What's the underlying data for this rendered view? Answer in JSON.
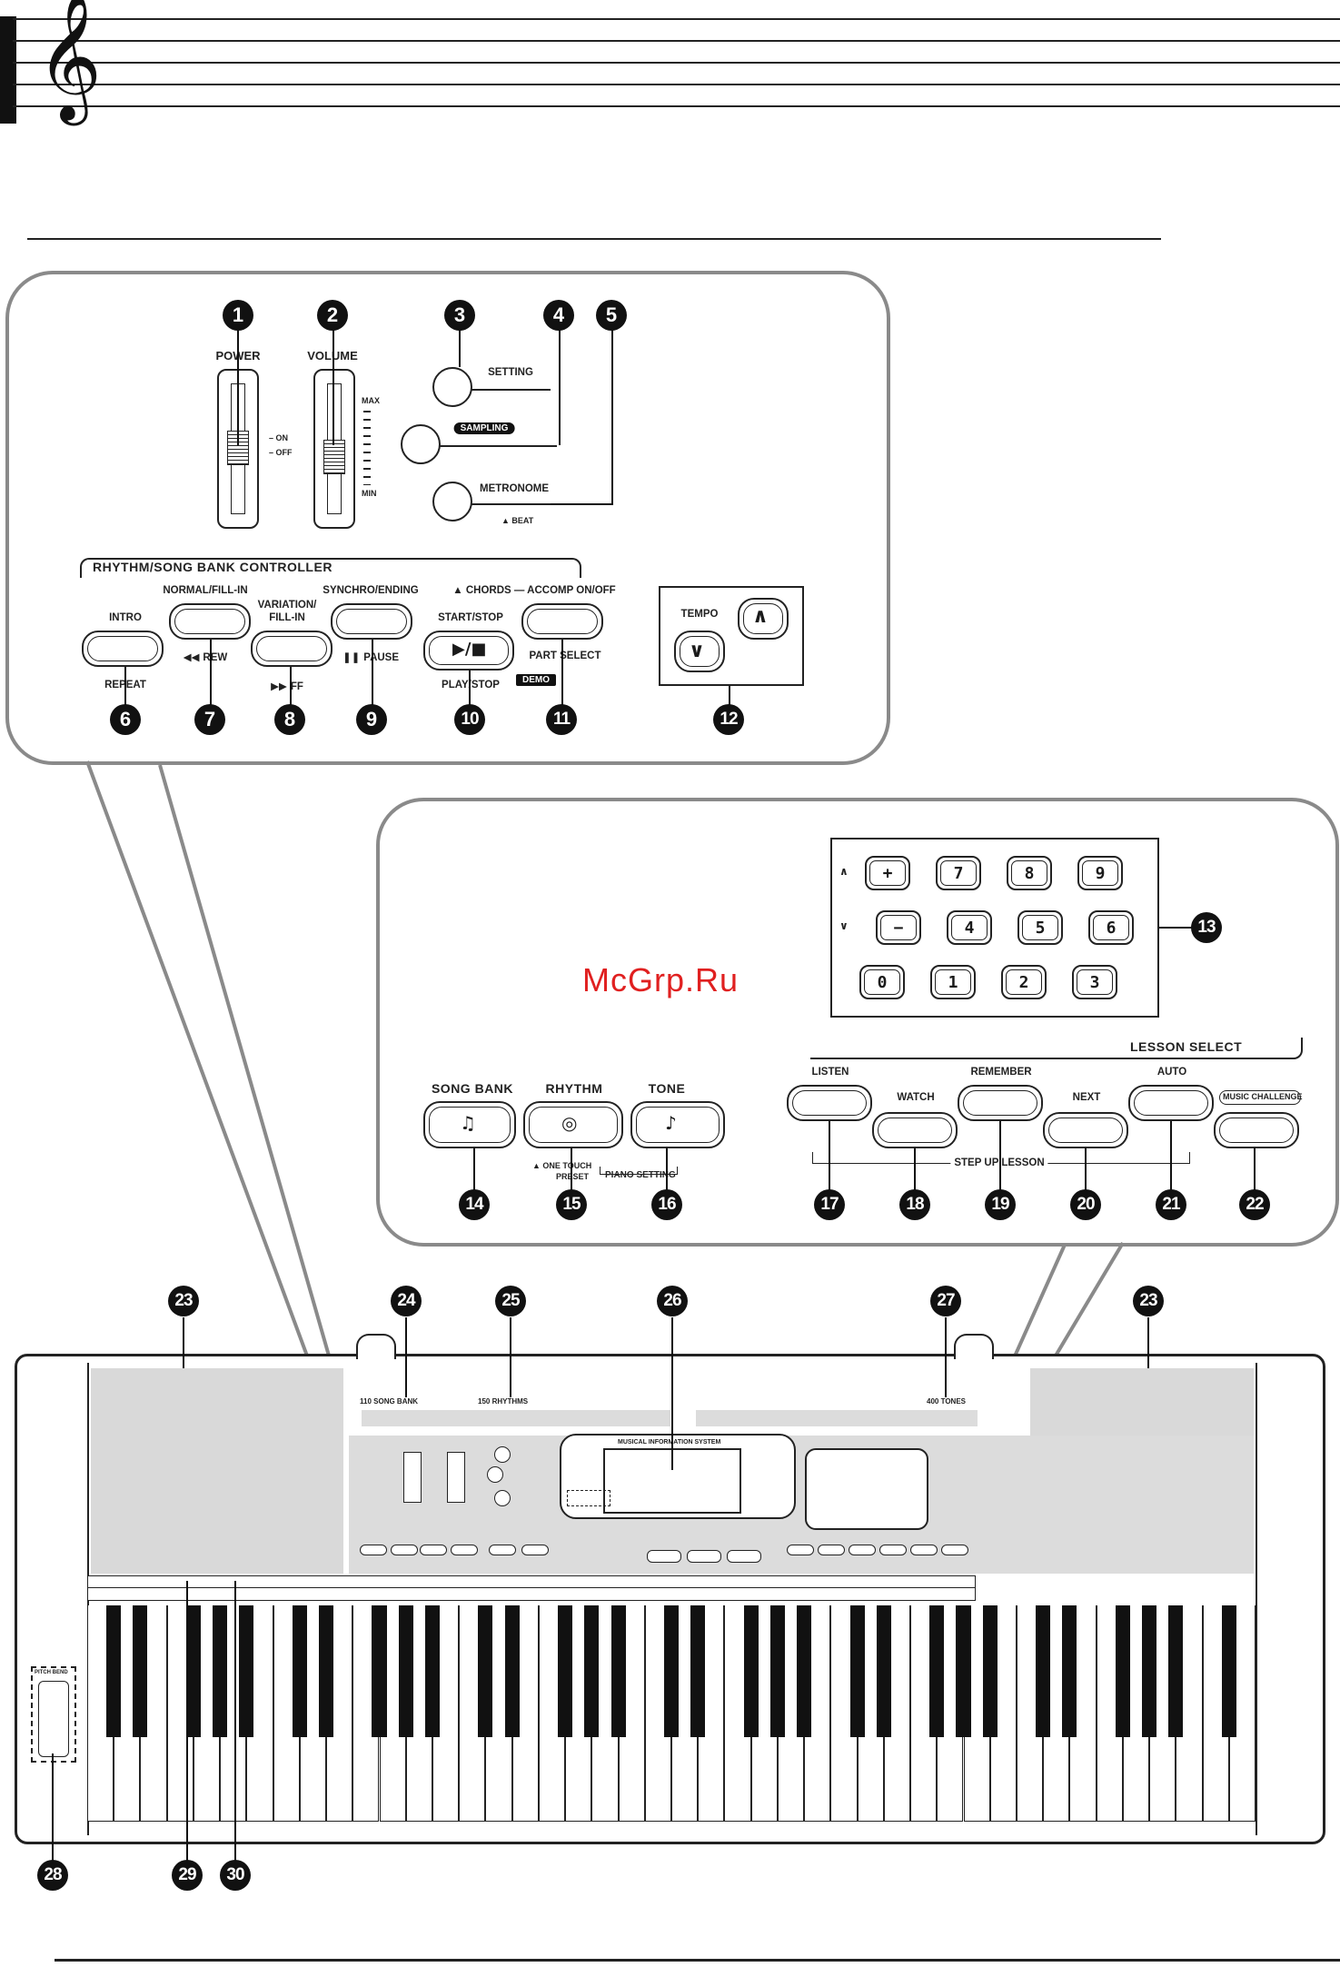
{
  "watermark": "McGrp.Ru",
  "callouts": {
    "n1": "1",
    "n2": "2",
    "n3": "3",
    "n4": "4",
    "n5": "5",
    "n6": "6",
    "n7": "7",
    "n8": "8",
    "n9": "9",
    "n10": "10",
    "n11": "11",
    "n12": "12",
    "n13": "13",
    "n14": "14",
    "n15": "15",
    "n16": "16",
    "n17": "17",
    "n18": "18",
    "n19": "19",
    "n20": "20",
    "n21": "21",
    "n22": "22",
    "n23": "23",
    "n24": "24",
    "n25": "25",
    "n26": "26",
    "n27": "27",
    "n28": "28",
    "n29": "29",
    "n30": "30"
  },
  "top_panel": {
    "power": "POWER",
    "on": "– ON",
    "off": "– OFF",
    "volume": "VOLUME",
    "max": "MAX",
    "min": "MIN",
    "setting": "SETTING",
    "sampling": "SAMPLING",
    "metronome": "METRONOME",
    "beat": "BEAT",
    "controller_title": "RHYTHM/SONG BANK CONTROLLER",
    "intro": "INTRO",
    "repeat": "REPEAT",
    "normal_fill_in": "NORMAL/FILL-IN",
    "rew": "REW",
    "variation_fill_in_1": "VARIATION/",
    "variation_fill_in_2": "FILL-IN",
    "ff": "FF",
    "synchro_ending": "SYNCHRO/ENDING",
    "pause": "PAUSE",
    "chords": "CHORDS",
    "accomp": "ACCOMP ON/OFF",
    "start_stop": "START/STOP",
    "play_stop": "PLAY/STOP",
    "demo": "DEMO",
    "part_select": "PART SELECT",
    "tempo": "TEMPO"
  },
  "lower_panel": {
    "song_bank": "SONG BANK",
    "rhythm": "RHYTHM",
    "tone": "TONE",
    "one_touch_1": "ONE TOUCH",
    "one_touch_2": "PRESET",
    "piano_setting": "PIANO SETTING",
    "lesson_select": "LESSON SELECT",
    "listen": "LISTEN",
    "watch": "WATCH",
    "remember": "REMEMBER",
    "next": "NEXT",
    "auto": "AUTO",
    "music_challenge": "MUSIC CHALLENGE",
    "step_up": "STEP UP LESSON",
    "keypad": [
      "+",
      "7",
      "8",
      "9",
      "−",
      "4",
      "5",
      "6",
      "0",
      "1",
      "2",
      "3"
    ]
  },
  "keyboard": {
    "song_bank_label": "110 SONG BANK",
    "rhythms_label": "150 RHYTHMS",
    "tones_label": "400 TONES",
    "display_title": "MUSICAL INFORMATION SYSTEM",
    "pitch_bend": "PITCH BEND"
  }
}
